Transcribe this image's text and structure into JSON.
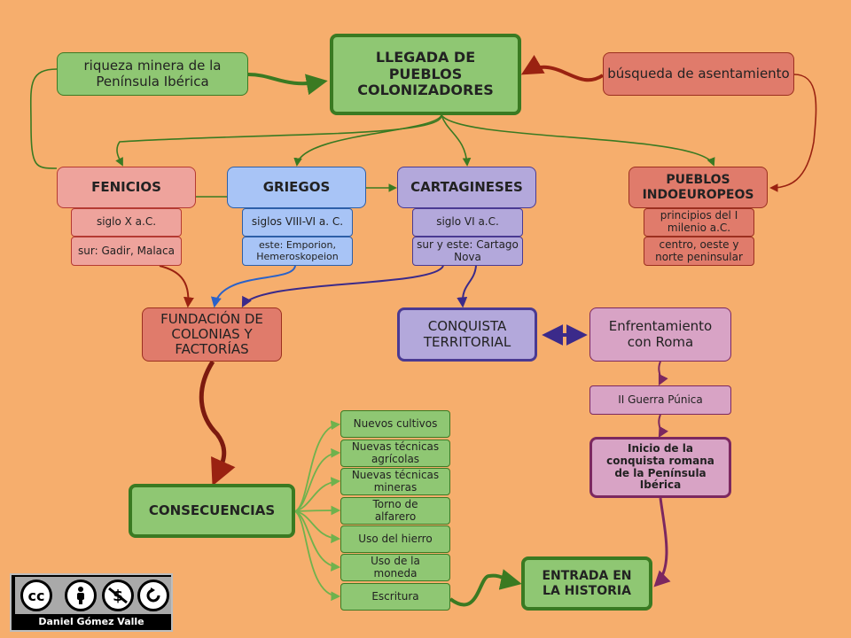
{
  "nodes": {
    "llegada": "LLEGADA DE PUEBLOS COLONIZADORES",
    "riqueza": "riqueza minera de la Península Ibérica",
    "busqueda": "búsqueda de asentamiento",
    "fenicios": "FENICIOS",
    "griegos": "GRIEGOS",
    "cartagineses": "CARTAGINESES",
    "indoeuropeos": "PUEBLOS INDOEUROPEOS",
    "fenicios_siglo": "siglo X a.C.",
    "fenicios_lugar": "sur: Gadir, Malaca",
    "griegos_siglo": "siglos VIII-VI  a. C.",
    "griegos_lugar": "este: Emporion, Hemeroskopeion",
    "cartagineses_siglo": "siglo VI a.C.",
    "cartagineses_lugar": "sur y este: Cartago Nova",
    "indo_siglo": "principios del I milenio a.C.",
    "indo_lugar": "centro, oeste y norte peninsular",
    "fundacion": "FUNDACIÓN DE COLONIAS Y FACTORÍAS",
    "conquista": "CONQUISTA TERRITORIAL",
    "enfrentamiento": "Enfrentamiento con Roma",
    "guerra": "II Guerra Púnica",
    "inicio_conquista": "Inicio de la conquista romana de la Península Ibérica",
    "consecuencias": "CONSECUENCIAS",
    "entrada": "ENTRADA EN LA HISTORIA"
  },
  "consecuencias_items": [
    "Nuevos cultivos",
    "Nuevas técnicas agrícolas",
    "Nuevas técnicas mineras",
    "Torno de alfarero",
    "Uso del hierro",
    "Uso de la moneda",
    "Escritura"
  ],
  "license": {
    "cc": "cc",
    "author": "Daniel Gómez Valle"
  },
  "colors": {
    "background": "#f6ae6d",
    "green": "#8fc773",
    "red": "#e07b6b",
    "blue": "#a8c4f6",
    "purple": "#b3a8db",
    "mauve": "#d8a3c5"
  }
}
